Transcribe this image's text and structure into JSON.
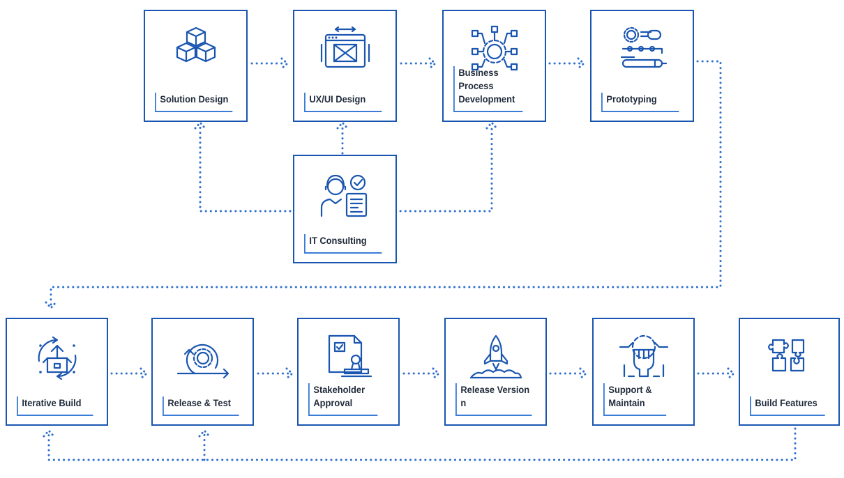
{
  "colors": {
    "border": "#1a56b0",
    "accent": "#3a7bd5",
    "connector": "#2e6fce",
    "text": "#1f2a3a"
  },
  "steps": [
    {
      "label": "Solution Design",
      "icon": "cubes-icon"
    },
    {
      "label": "UX/UI Design",
      "icon": "ux-wireframe-icon"
    },
    {
      "label": "Business Process Development",
      "icon": "process-gear-icon"
    },
    {
      "label": "Prototyping",
      "icon": "prototype-gear-pencil-icon"
    },
    {
      "label": "IT Consulting",
      "icon": "consultant-checklist-icon"
    },
    {
      "label": "Iterative Build",
      "icon": "iterative-box-cycle-icon"
    },
    {
      "label": "Release & Test",
      "icon": "release-gear-arrow-icon"
    },
    {
      "label": "Stakeholder Approval",
      "icon": "document-stamp-icon"
    },
    {
      "label": "Release Version n",
      "icon": "rocket-launch-icon"
    },
    {
      "label": "Support & Maintain",
      "icon": "support-fist-wrench-icon"
    },
    {
      "label": "Build Features",
      "icon": "puzzle-pieces-icon"
    }
  ]
}
